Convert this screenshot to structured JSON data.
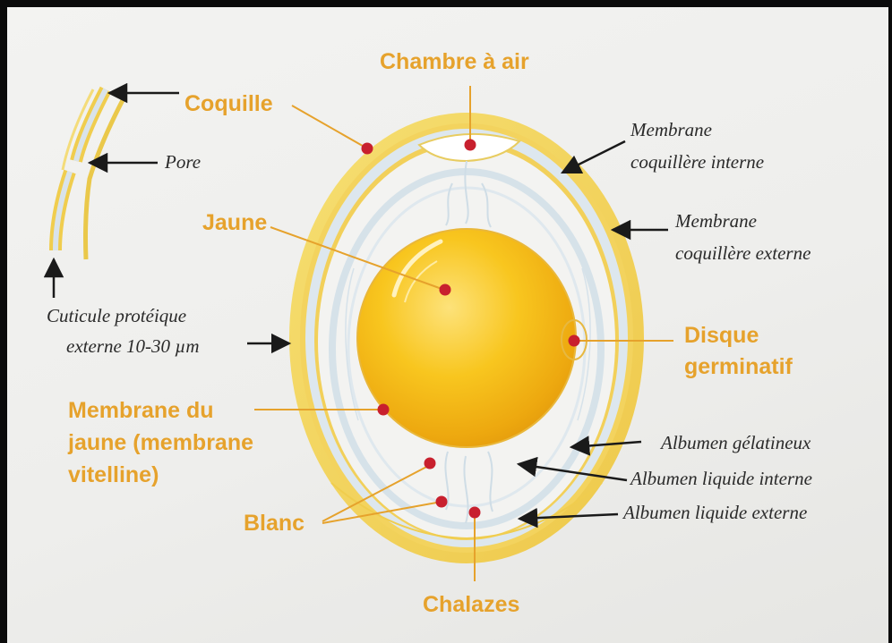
{
  "colors": {
    "accent": "#e6a22c",
    "shell": "#f2d35a",
    "yolk": "#f7c21c",
    "marker": "#c8202e",
    "arrow": "#1a1a1a",
    "background": "#efefed"
  },
  "labels": {
    "chambre_a_air": "Chambre à air",
    "coquille": "Coquille",
    "pore": "Pore",
    "jaune": "Jaune",
    "membrane_interne_1": "Membrane",
    "membrane_interne_2": "coquillère interne",
    "membrane_externe_1": "Membrane",
    "membrane_externe_2": "coquillère externe",
    "cuticule_1": "Cuticule protéique",
    "cuticule_2": "externe 10-30 µm",
    "disque_1": "Disque",
    "disque_2": "germinatif",
    "membrane_jaune_1": "Membrane du",
    "membrane_jaune_2": "jaune (membrane",
    "membrane_jaune_3": "vitelline)",
    "albumen_gelatineux": "Albumen gélatineux",
    "albumen_liquide_interne": "Albumen liquide interne",
    "albumen_liquide_externe": "Albumen liquide externe",
    "blanc": "Blanc",
    "chalazes": "Chalazes"
  }
}
